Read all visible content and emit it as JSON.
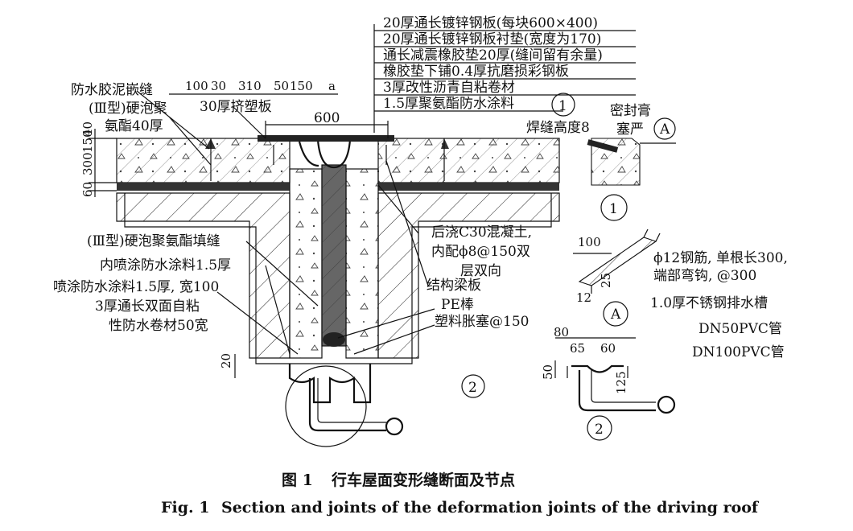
{
  "figure": {
    "caption_cn_label": "图 1",
    "caption_cn": "行车屋面变形缝断面及节点",
    "caption_en_label": "Fig. 1",
    "caption_en": "Section and joints of the deformation joints of the driving roof"
  },
  "stack_labels": [
    "20厚通长镀锌钢板(每块600×400)",
    "20厚通长镀锌钢板衬垫(宽度为170)",
    "通长减震橡胶垫20厚(缝间留有余量)",
    "橡胶垫下铺0.4厚抗磨损彩钢板",
    "3厚改性沥青自粘卷材",
    "1.5厚聚氨酯防水涂料"
  ],
  "left_labels": {
    "sealant": "防水胶泥嵌缝",
    "foam_1": "(Ⅲ型)硬泡聚",
    "foam_2": "氨酯40厚",
    "board": "30厚挤塑板"
  },
  "top_dims": [
    "100",
    "30",
    "310",
    "50",
    "150",
    "a"
  ],
  "width_600": "600",
  "vert_dims": [
    "300",
    "150",
    "40",
    "60"
  ],
  "bottom_dim": "20",
  "mid_labels": {
    "fill_joint": "(Ⅲ型)硬泡聚氨酯填缝",
    "inner_coat": "内喷涂防水涂料1.5厚",
    "spray_1": "喷涂防水涂料1.5厚, 宽100",
    "spray_2": "3厚通长双面自粘",
    "spray_3": "性防水卷材50宽",
    "concrete_1": "后浇C30混凝土,",
    "concrete_2": "内配ϕ8@150双",
    "concrete_3": "层双向",
    "beam": "结构梁板",
    "pe_rod": "PE棒",
    "plug": "塑料胀塞@150"
  },
  "detail1": {
    "seal_1": "密封膏",
    "seal_2": "塞严",
    "weld": "焊缝高度8",
    "marker_a": "A",
    "marker": "1"
  },
  "detailA": {
    "dim_100": "100",
    "dim_25": "25",
    "dim_12": "12",
    "rebar_1": "ϕ12钢筋, 单根长300,",
    "rebar_2": "端部弯钩, @300",
    "marker": "A"
  },
  "detail2": {
    "channel": "1.0厚不锈钢排水槽",
    "pipe50": "DN50PVC管",
    "pipe100": "DN100PVC管",
    "dims": [
      "80",
      "65",
      "60",
      "50",
      "125"
    ],
    "marker": "2"
  },
  "callouts": {
    "c1": "1",
    "c2": "2"
  }
}
